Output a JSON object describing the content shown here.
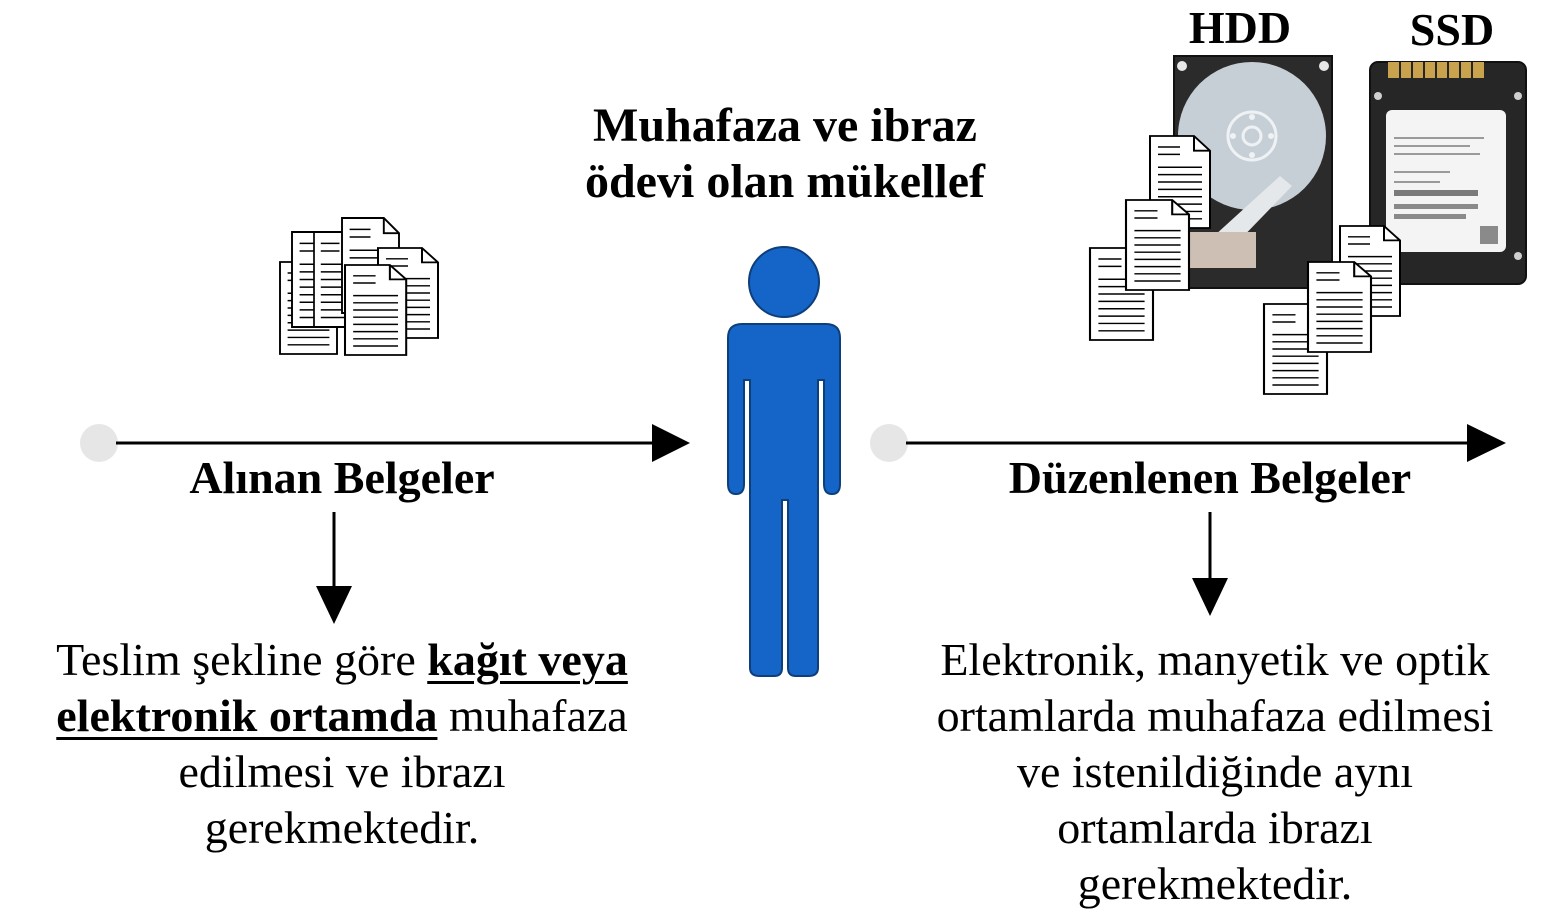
{
  "title": {
    "line1": "Muhafaza ve ibraz",
    "line2": "ödevi olan mükellef"
  },
  "left": {
    "label": "Alınan Belgeler",
    "desc": {
      "part1": "Teslim şekline göre ",
      "emph_line1": "kağıt veya",
      "emph_line2": "elektronik ortamda",
      "part2": " muhafaza",
      "line3": "edilmesi ve ibrazı",
      "line4": "gerekmektedir."
    }
  },
  "right": {
    "label": "Düzenlenen Belgeler",
    "desc": {
      "line1": "Elektronik, manyetik ve optik",
      "line2": "ortamlarda muhafaza edilmesi",
      "line3": "ve istenildiğinde aynı",
      "line4": "ortamlarda ibrazı",
      "line5": "gerekmektedir."
    }
  },
  "drives": {
    "hdd": "HDD",
    "ssd": "SSD"
  },
  "colors": {
    "person": "#1565c8",
    "person_outline": "#0d3f7a",
    "dot": "#e6e6e6",
    "hdd_body": "#2b2b2b",
    "platter": "#c7cfd6",
    "ssd_body": "#262626",
    "ssd_connector": "#c8a24c"
  }
}
